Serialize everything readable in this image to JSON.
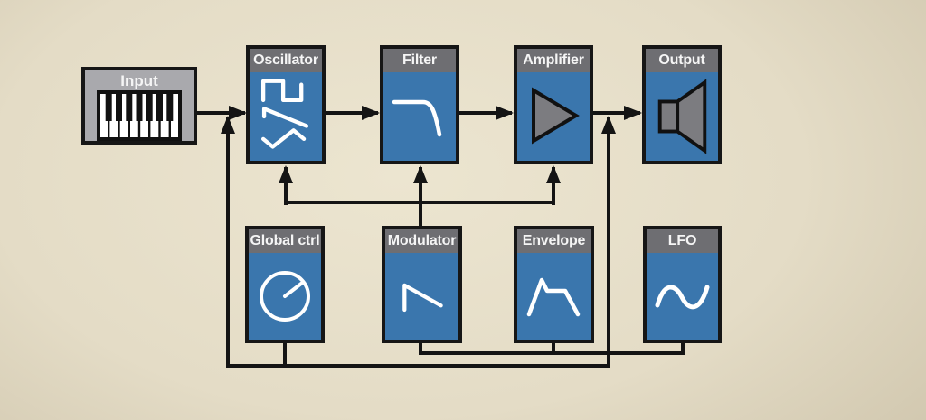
{
  "modules": {
    "input": {
      "label": "Input"
    },
    "oscillator": {
      "label": "Oscillator"
    },
    "filter": {
      "label": "Filter"
    },
    "amplifier": {
      "label": "Amplifier"
    },
    "output": {
      "label": "Output"
    },
    "global_ctrl": {
      "label": "Global ctrl"
    },
    "modulator": {
      "label": "Modulator"
    },
    "envelope": {
      "label": "Envelope"
    },
    "lfo": {
      "label": "LFO"
    }
  },
  "icons": {
    "input": "piano-keyboard-icon",
    "oscillator": "square-saw-triangle-waveform-icon",
    "filter": "lowpass-filter-curve-icon",
    "amplifier": "amplifier-triangle-icon",
    "output": "speaker-icon",
    "global_ctrl": "knob-icon",
    "modulator": "ramp-wave-icon",
    "envelope": "adsr-envelope-icon",
    "lfo": "sine-wave-icon"
  },
  "connections": [
    {
      "from": "Input",
      "to": "Oscillator"
    },
    {
      "from": "Oscillator",
      "to": "Filter"
    },
    {
      "from": "Filter",
      "to": "Amplifier"
    },
    {
      "from": "Amplifier",
      "to": "Output"
    },
    {
      "from": "Modulator",
      "to": "Oscillator"
    },
    {
      "from": "Modulator",
      "to": "Filter"
    },
    {
      "from": "Modulator",
      "to": "Amplifier"
    },
    {
      "from": "Envelope",
      "to": "Modulation bus"
    },
    {
      "from": "LFO",
      "to": "Modulation bus"
    },
    {
      "from": "Global ctrl",
      "to": "Input-to-Oscillator line"
    },
    {
      "from": "Global ctrl",
      "to": "Amplifier-to-Output line"
    }
  ],
  "colors": {
    "background_center": "#ece5d0",
    "background_edge": "#aaa28d",
    "module_blue": "#3a76ad",
    "header_gray": "#6e6e72",
    "input_gray": "#a9a9ad",
    "icon_gray": "#7c7c80",
    "line_black": "#141414",
    "label_white": "#f5f5f5"
  }
}
